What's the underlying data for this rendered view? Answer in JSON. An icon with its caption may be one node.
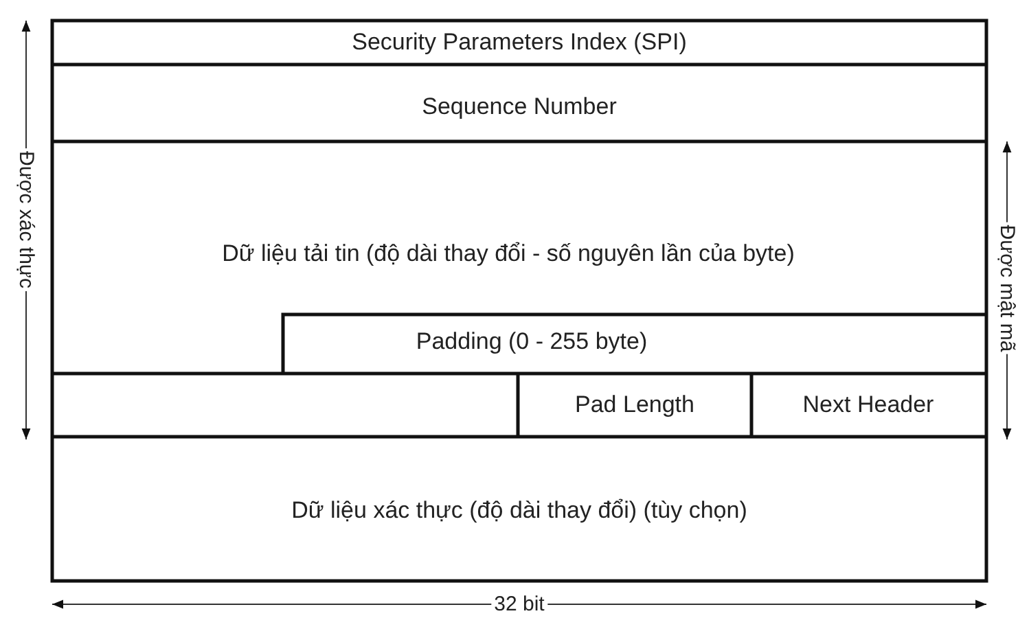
{
  "diagram": {
    "nodes": [
      {
        "text": [
          "Security Parameters Index (SPI)"
        ]
      },
      {
        "text": [
          "Sequence Number"
        ]
      },
      {
        "text": [
          "Dữ liệu tải tin (độ dài thay đổi - số nguyên lần của byte)"
        ]
      },
      {
        "text": [
          "Padding (0 - 255 byte)"
        ]
      },
      {
        "text": [
          "Pad Length"
        ]
      },
      {
        "text": [
          "Next Header"
        ]
      },
      {
        "text": [
          "Dữ liệu xác thực (độ dài thay đổi) (tùy chọn)"
        ]
      }
    ],
    "edges": [],
    "labels": [
      "Được xác thực",
      "Được mật mã",
      "32 bit"
    ]
  }
}
